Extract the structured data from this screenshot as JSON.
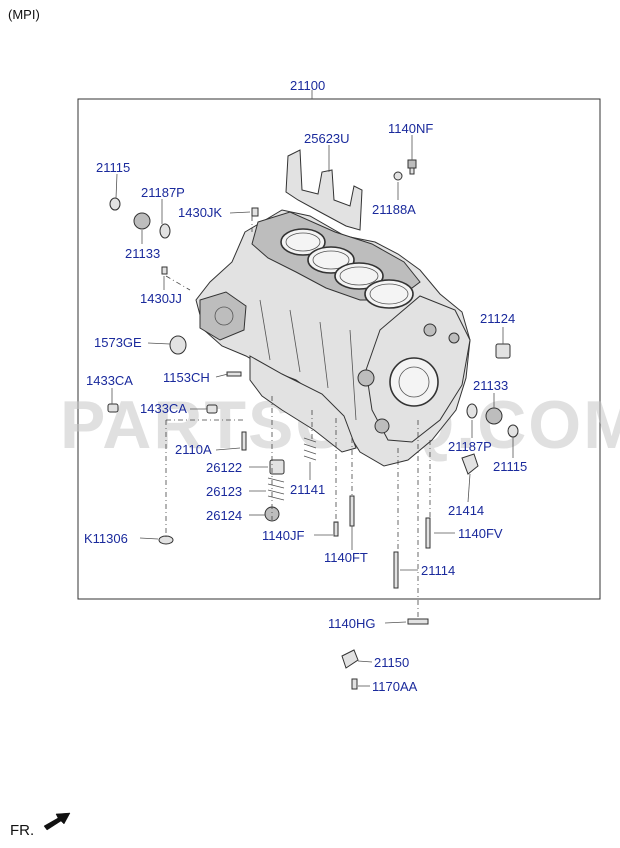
{
  "header": {
    "variant": "(MPI)"
  },
  "watermark": "PARTSOUQ.COM",
  "footer": {
    "direction": "FR."
  },
  "assembly_label": "21100",
  "callouts": [
    {
      "id": "25623U",
      "text": "25623U"
    },
    {
      "id": "1140NF",
      "text": "1140NF"
    },
    {
      "id": "21115_a",
      "text": "21115"
    },
    {
      "id": "21187P_a",
      "text": "21187P"
    },
    {
      "id": "1430JK",
      "text": "1430JK"
    },
    {
      "id": "21188A",
      "text": "21188A"
    },
    {
      "id": "21133_a",
      "text": "21133"
    },
    {
      "id": "1430JJ",
      "text": "1430JJ"
    },
    {
      "id": "21124",
      "text": "21124"
    },
    {
      "id": "1573GE",
      "text": "1573GE"
    },
    {
      "id": "1153CH",
      "text": "1153CH"
    },
    {
      "id": "1433CA_a",
      "text": "1433CA"
    },
    {
      "id": "1433CA_b",
      "text": "1433CA"
    },
    {
      "id": "21133_b",
      "text": "21133"
    },
    {
      "id": "21187P_b",
      "text": "21187P"
    },
    {
      "id": "21115_b",
      "text": "21115"
    },
    {
      "id": "2110A",
      "text": "2110A"
    },
    {
      "id": "26122",
      "text": "26122"
    },
    {
      "id": "21141",
      "text": "21141"
    },
    {
      "id": "26123",
      "text": "26123"
    },
    {
      "id": "21414",
      "text": "21414"
    },
    {
      "id": "26124",
      "text": "26124"
    },
    {
      "id": "K11306",
      "text": "K11306"
    },
    {
      "id": "1140JF",
      "text": "1140JF"
    },
    {
      "id": "1140FV",
      "text": "1140FV"
    },
    {
      "id": "1140FT",
      "text": "1140FT"
    },
    {
      "id": "21114",
      "text": "21114"
    },
    {
      "id": "1140HG",
      "text": "1140HG"
    },
    {
      "id": "21150",
      "text": "21150"
    },
    {
      "id": "1170AA",
      "text": "1170AA"
    }
  ]
}
